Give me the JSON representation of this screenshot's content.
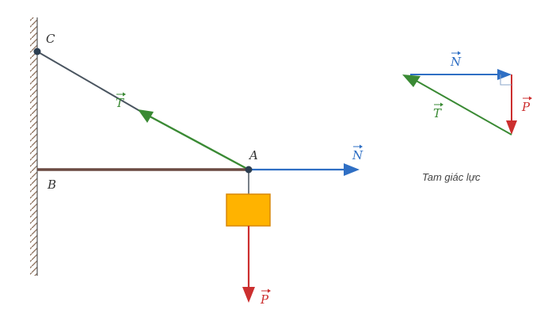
{
  "labels": {
    "point_c": "C",
    "point_b": "B",
    "point_a": "A",
    "force_t": "T",
    "force_n": "N",
    "force_p": "P",
    "triangle_n": "N",
    "triangle_t": "T",
    "triangle_p": "P",
    "caption": "Tam giác lực"
  },
  "colors": {
    "tension": "#3a8a34",
    "normal": "#2f6fc4",
    "weight": "#cc2f2f",
    "cable": "#4a5560",
    "beam": "#6b4a42",
    "block": "#ffb300",
    "block_stroke": "#d9880a",
    "wall": "#8a6e5a"
  }
}
